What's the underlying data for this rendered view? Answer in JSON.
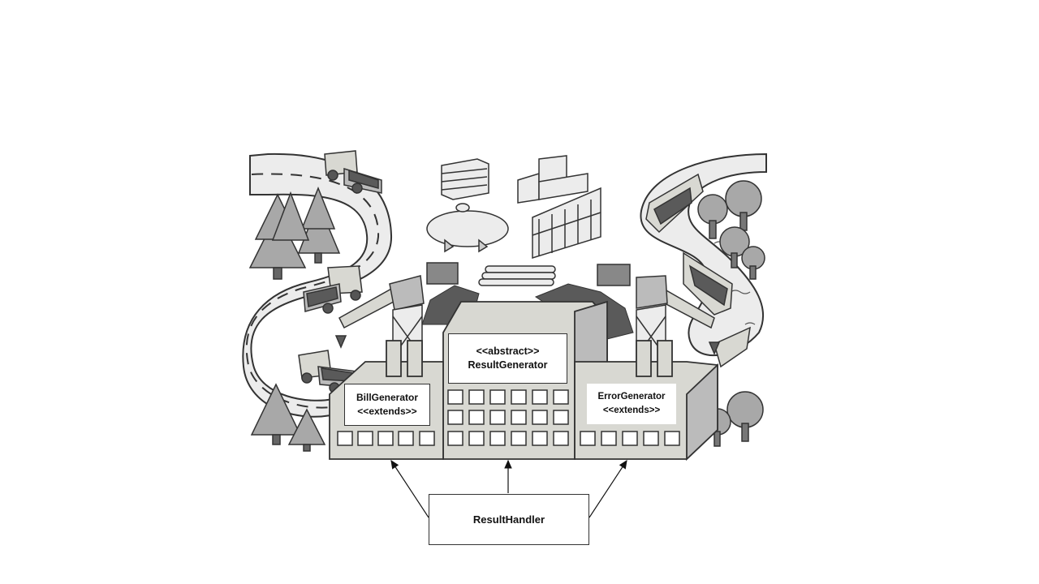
{
  "diagram": {
    "abstract_class": {
      "stereotype": "<<abstract>>",
      "name": "ResultGenerator"
    },
    "subclass_left": {
      "name": "BillGenerator",
      "stereotype": "<<extends>>"
    },
    "subclass_right": {
      "name": "ErrorGenerator",
      "stereotype": "<<extends>>"
    },
    "client": {
      "name": "ResultHandler"
    }
  },
  "colors": {
    "line": "#333333",
    "factory_fill": "#d8d8d2",
    "road_fill": "#ececec",
    "tree_fill": "#a8a8a8",
    "dark_fill": "#5a5a5a"
  }
}
